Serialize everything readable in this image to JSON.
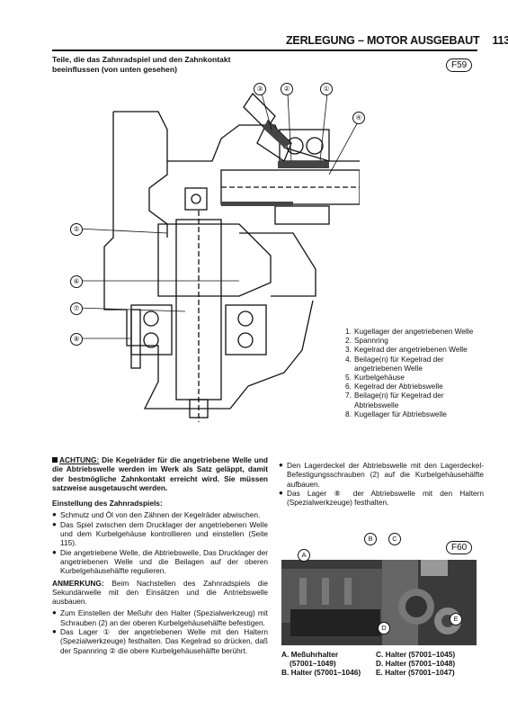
{
  "header": {
    "title": "ZERLEGUNG – MOTOR AUSGEBAUT",
    "page_number": "113"
  },
  "figure1": {
    "caption": "Teile, die das Zahnradspiel und den Zahnkontakt beeinflussen (von unten gesehen)",
    "tag": "F59",
    "callouts": [
      "①",
      "②",
      "③",
      "④",
      "⑤",
      "⑥",
      "⑦",
      "⑧"
    ],
    "legend": [
      {
        "n": "1.",
        "text": "Kugellager der angetriebenen Welle"
      },
      {
        "n": "2.",
        "text": "Spannring"
      },
      {
        "n": "3.",
        "text": "Kegelrad der angetriebenen Welle"
      },
      {
        "n": "4.",
        "text": "Beilage(n) für Kegelrad der angetriebenen Welle"
      },
      {
        "n": "5.",
        "text": "Kurbelgehäuse"
      },
      {
        "n": "6.",
        "text": "Kegelrad der Abtriebswelle"
      },
      {
        "n": "7.",
        "text": "Beilage(n) für Kegelrad der Abtriebswelle"
      },
      {
        "n": "8.",
        "text": "Kugellager für Abtriebswelle"
      }
    ]
  },
  "left": {
    "warning_label": "ACHTUNG:",
    "warning_text": "Die Kegelräder für die angetriebene Welle und die Abtriebswelle werden im Werk als Satz geläppt, damit der bestmögliche Zahnkontakt erreicht wird. Sie müssen satzweise ausgetauscht werden.",
    "section_heading": "Einstellung des Zahnradspiels:",
    "bullets1": [
      "Schmutz und Öl von den Zähnen der Kegelräder abwischen.",
      "Das Spiel zwischen dem Drucklager der angetriebenen Welle und dem Kurbelgehäuse kontrollieren und einstellen (Seite 115).",
      "Die angetriebene Welle, die Abtriebswelle, Das Drucklager der angetriebenen Welle und die Beilagen auf der oberen Kurbelgehäusehälfte regulieren."
    ],
    "note_label": "ANMERKUNG:",
    "note_text": "Beim Nachstellen des Zahnradspiels die Sekundärwelle mit den Einsätzen und die Antriebswelle ausbauen.",
    "bullets2": [
      "Zum Einstellen der Meßuhr den Halter (Spezialwerkzeug) mit Schrauben (2) an der oberen Kurbelgehäusehälfte befestigen.",
      "Das Lager ① der angetriebenen Welle mit den Haltern (Spezialwerkzeuge) festhalten. Das Kegelrad so drücken, daß der Spannring ② die obere Kurbelgehäusehälfte berührt."
    ]
  },
  "right": {
    "bullets": [
      "Den Lagerdeckel der Abtriebswelle mit den Lagerdeckel-Befestigungsschrauben (2) auf die Kurbelgehäusehälfte aufbauen.",
      "Das Lager ⑧ der Abtriebswelle mit den Haltern (Spezialwerkzeuge) festhalten."
    ]
  },
  "figure2": {
    "tag": "F60",
    "callouts": [
      "A",
      "B",
      "C",
      "D",
      "E"
    ],
    "captions_left": [
      "A. Meßuhrhalter",
      "(57001–1049)",
      "B. Halter (57001–1046)"
    ],
    "captions_right": [
      "C. Halter (57001–1045)",
      "D. Halter (57001–1048)",
      "E. Halter (57001–1047)"
    ]
  }
}
